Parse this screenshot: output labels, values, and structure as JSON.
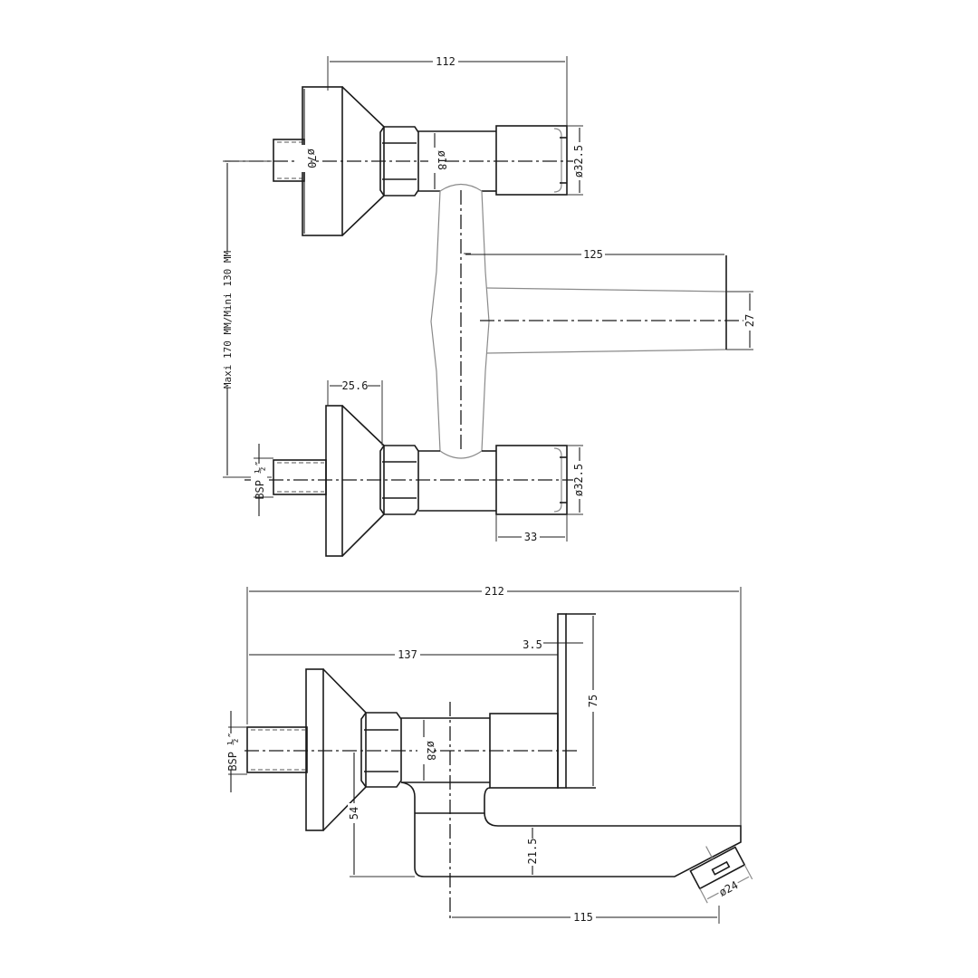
{
  "drawing": {
    "subject": "Wall-mounted mixer tap technical drawing",
    "top_view": {
      "dimensions": {
        "overall_width": "112",
        "flange_diameter": "ø70",
        "body_diameter": "ø18",
        "handle_diameter_top": "ø32.5",
        "handle_diameter_bottom": "ø32.5",
        "spout_length": "125",
        "spout_height": "27",
        "centres": "Maxi 170 MM/Mini 130 MM",
        "flange_depth": "25.6",
        "handle_length": "33",
        "thread": "BSP ½″"
      }
    },
    "side_view": {
      "dimensions": {
        "overall_length": "212",
        "lever_position": "137",
        "lever_thickness": "3.5",
        "lever_height": "75",
        "body_diameter": "ø28",
        "spout_drop": "54",
        "spout_thickness": "21.5",
        "spout_reach": "115",
        "aerator_diameter": "ø24",
        "thread": "BSP ½″"
      }
    }
  }
}
